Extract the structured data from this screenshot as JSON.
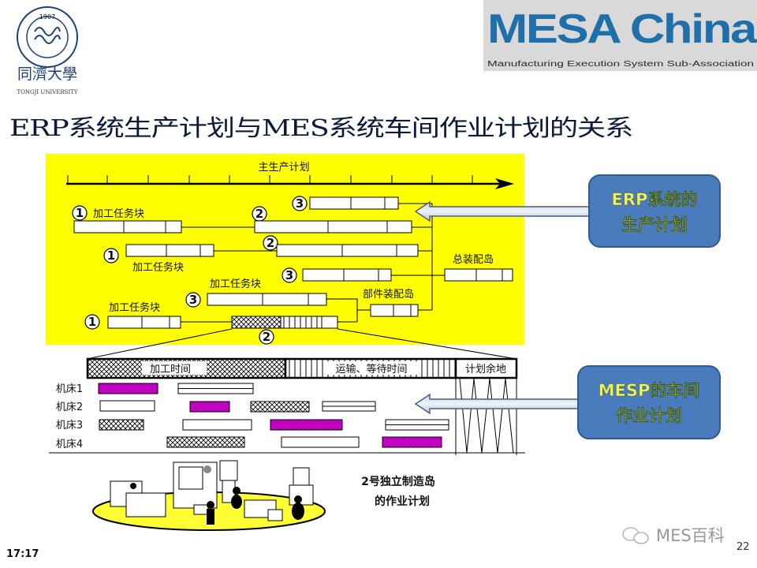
{
  "header": {
    "university_logo_text": "同濟大學",
    "university_logo_subtext": "TONGJI UNIVERSITY",
    "university_seal_year": "1907",
    "mesa_logo_text": "MESA China",
    "mesa_logo_subtext": "Manufacturing Execution System Sub-Association"
  },
  "slide": {
    "title": "ERP系统生产计划与MES系统车间作业计划的关系",
    "master_plan_label": "主生产计划",
    "task_block_label": "加工任务块",
    "final_assembly_label": "总装配岛",
    "component_assembly_label": "部件装配岛",
    "numbers": {
      "one": "1",
      "two": "2",
      "three": "3"
    },
    "timeline": {
      "processing_time": "加工时间",
      "transport_wait_time": "运输、等待时间",
      "plan_margin": "计划余地"
    },
    "machines": [
      "机床1",
      "机床2",
      "机床3",
      "机床4"
    ],
    "island_caption_line1": "2号独立制造岛",
    "island_caption_line2": "的作业计划",
    "erp_box": {
      "line1": "ERP系统的",
      "line2": "生产计划"
    },
    "mesp_box": {
      "line1": "MESP的车间",
      "line2": "作业计划"
    },
    "colors": {
      "yellow": "#ffff00",
      "magenta": "#cc00cc",
      "box_blue": "#4a7bbd",
      "box_text": "#f2f25a"
    }
  },
  "footer": {
    "time": "17:17",
    "watermark": "MES百科",
    "page_number": "22"
  }
}
